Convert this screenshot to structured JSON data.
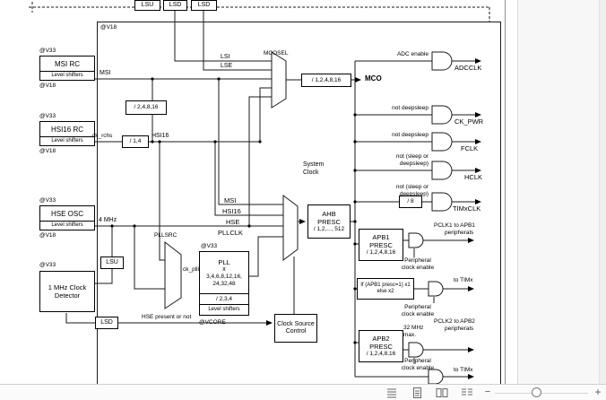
{
  "viewer": {
    "zoom_out": "−",
    "zoom_in": "+"
  },
  "diagram": {
    "region": "@V18",
    "v33": "@V33",
    "v18": "@V18",
    "vcore": "@VCORE",
    "level_shifters": "Level shifters",
    "top_shifters": [
      "LSU",
      "LSD",
      "LSD"
    ],
    "small_shifters": {
      "lsu": "LSU",
      "lsd": "LSD"
    },
    "msi": {
      "name": "MSI RC",
      "signal": "MSI"
    },
    "hsi": {
      "name": "HSI16 RC",
      "out": "ck_rchs",
      "div": "/ 1,4",
      "signal": "HSI16"
    },
    "hse": {
      "name": "HSE OSC",
      "signal": "4 MHz"
    },
    "detector": {
      "l1": "1 MHz Clock",
      "l2": "Detector"
    },
    "msi_div": "/ 2,4,8,16",
    "mco": {
      "sel": "MCOSEL",
      "div": "/ 1,2,4,8,16",
      "label": "MCO",
      "lsi": "LSI",
      "lse": "LSE"
    },
    "sysclk": {
      "l1": "System",
      "l2": "Clock",
      "msi": "MSI",
      "hsi": "HSI16",
      "hse": "HSE",
      "pll": "PLLCLK"
    },
    "pllsrc": "PLLSRC",
    "ck_pllin": "ck_pllin",
    "pll": {
      "l1": "PLL",
      "l2": "x",
      "l3": "3,4,6,8,12,16,",
      "l4": "24,32,48",
      "div": "/ 2,3,4"
    },
    "csc": {
      "l1": "Clock Source",
      "l2": "Control"
    },
    "hse_present": "HSE present or not",
    "ahb": {
      "l1": "AHB",
      "l2": "PRESC",
      "l3": "/ 1,2,..., 512"
    },
    "apb1": {
      "l1": "APB1",
      "l2": "PRESC",
      "l3": "/ 1,2,4,8,16",
      "out1": "PCLK1 to APB1",
      "out2": "peripherals"
    },
    "timmul": {
      "l1": "If (APB1 presc=1) x1",
      "l2": "else x2"
    },
    "apb2": {
      "l1": "APB2",
      "l2": "PRESC",
      "l3": "/ 1,2,4,8,16",
      "out1": "PCLK2 to APB2",
      "out2": "peripherals",
      "max1": "32 MHz",
      "max2": "max."
    },
    "pce": {
      "l1": "Peripheral",
      "l2": "clock enable"
    },
    "to_timx": "to TIMx",
    "tim_div": "/ 8",
    "gates": [
      {
        "en1": "ADC enable",
        "sig": "ADCCLK"
      },
      {
        "en1": "not deepsleep",
        "sig": "CK_PWR"
      },
      {
        "en1": "not deepsleep",
        "sig": "FCLK"
      },
      {
        "en1": "not (sleep or",
        "en2": "deepsleep)",
        "sig": "HCLK"
      },
      {
        "en1": "not (sleep or",
        "en2": "deepsleep)",
        "sig": "TIMxCLK"
      }
    ]
  }
}
